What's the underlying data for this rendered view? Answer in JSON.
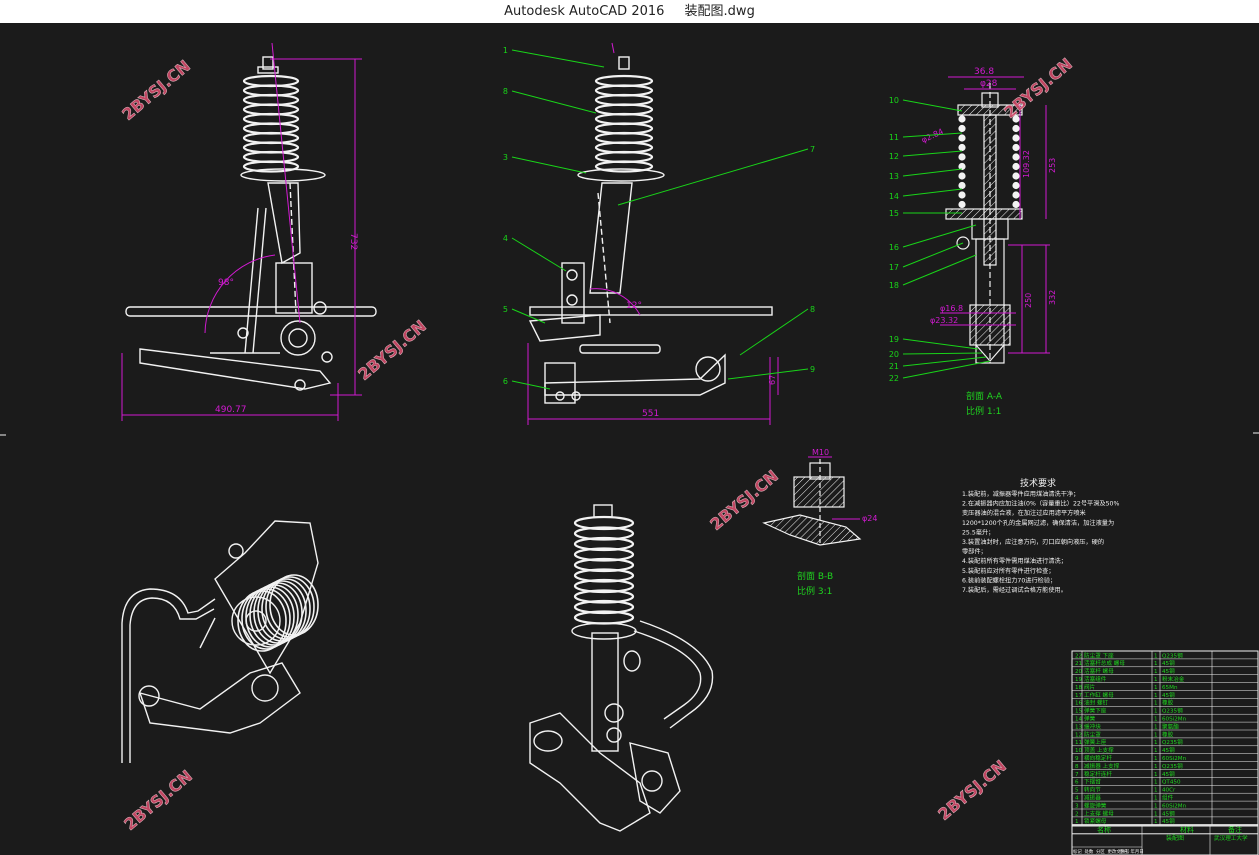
{
  "window": {
    "app_name": "Autodesk AutoCAD 2016",
    "file_name": "装配图.dwg"
  },
  "watermark": {
    "text": "2BYSJ.CN",
    "color": "#d34b6a"
  },
  "colors": {
    "line": "#f2f2f2",
    "leader": "#19d419",
    "dimension": "#d21ad2",
    "text_white": "#f0f0f0",
    "table_text": "#1fd41f"
  },
  "front_view": {
    "dim_width": "490.77",
    "dim_height": "732",
    "dim_angle": "98°"
  },
  "side_view": {
    "dim_width": "551",
    "dim_small": "67",
    "dim_angle": "12°",
    "callouts": [
      "1",
      "8",
      "3",
      "4",
      "5",
      "6",
      "7",
      "8",
      "9"
    ]
  },
  "section_aa": {
    "dims": [
      "36.8",
      "φ28",
      "φ2.84",
      "109.32",
      "253",
      "250",
      "332",
      "φ16.8",
      "φ23.32"
    ],
    "callouts": [
      "10",
      "11",
      "12",
      "13",
      "14",
      "15",
      "16",
      "17",
      "18",
      "19",
      "20",
      "21",
      "22"
    ],
    "title": "剖面 A-A",
    "scale": "比例 1:1"
  },
  "section_bb": {
    "dims": [
      "M10",
      "φ24"
    ],
    "title": "剖面 B-B",
    "scale": "比例 3:1"
  },
  "tech_requirements": {
    "title": "技术要求",
    "lines": [
      "1.装配前，减振器零件应用煤油清洗干净；",
      "2.在减振器内应加注油(0%（容量重比）22号平滑及50%",
      "变压器油的混合液，在加注过应用滤平方喷米",
      "1200*1200个孔的金属网过滤，确保清洁，加注液量为",
      "25.5毫升；",
      "3.装置油封时，应注意方向，刃口应朝向液压，硬的",
      "零部件；",
      "4.装配前所有零件需用煤油进行清洗；",
      "5.装配前应对所有零件进行检查；",
      "6.装前装配螺栓扭力70进行检验；",
      "7.装配后，需经过调试合格方能使用。"
    ]
  },
  "parts_table": {
    "rows": [
      [
        "22",
        "防尘罩 下座",
        "1",
        "Q235钢",
        ""
      ],
      [
        "21",
        "活塞杆总成 螺母",
        "1",
        "45钢",
        ""
      ],
      [
        "20",
        "活塞杆 螺母",
        "1",
        "45钢",
        ""
      ],
      [
        "19",
        "活塞组件",
        "1",
        "粉末冶金",
        ""
      ],
      [
        "18",
        "阀片",
        "1",
        "65Mn",
        ""
      ],
      [
        "17",
        "工作缸 螺母",
        "1",
        "45钢",
        ""
      ],
      [
        "16",
        "油封 螺钉",
        "1",
        "橡胶",
        ""
      ],
      [
        "15",
        "弹簧下座",
        "1",
        "Q235钢",
        ""
      ],
      [
        "14",
        "弹簧",
        "1",
        "60Si2Mn",
        ""
      ],
      [
        "13",
        "缓冲块",
        "1",
        "聚氨酯",
        ""
      ],
      [
        "12",
        "防尘罩",
        "1",
        "橡胶",
        ""
      ],
      [
        "11",
        "弹簧上座",
        "1",
        "Q235钢",
        ""
      ],
      [
        "10",
        "顶盖 上支撑",
        "1",
        "45钢",
        ""
      ],
      [
        "9",
        "横向稳定杆",
        "1",
        "60Si2Mn",
        ""
      ],
      [
        "8",
        "减振器 上支撑",
        "1",
        "Q235钢",
        ""
      ],
      [
        "7",
        "稳定杆连杆",
        "1",
        "45钢",
        ""
      ],
      [
        "6",
        "下摆臂",
        "1",
        "QT450",
        ""
      ],
      [
        "5",
        "转向节",
        "1",
        "40Cr",
        ""
      ],
      [
        "4",
        "减振器",
        "1",
        "组件",
        ""
      ],
      [
        "3",
        "螺旋弹簧",
        "1",
        "60Si2Mn",
        ""
      ],
      [
        "2",
        "上支撑 螺母",
        "1",
        "45钢",
        ""
      ],
      [
        "1",
        "锁紧螺母",
        "1",
        "45钢",
        ""
      ]
    ],
    "footer_name_label": "名称",
    "footer_material_label": "材料",
    "footer_note_label": "备注",
    "drawing_title": "装配图",
    "school": "武汉理工大学",
    "title_cells": [
      "标记",
      "处数",
      "分区",
      "更改文件号",
      "签名",
      "年月日"
    ]
  }
}
